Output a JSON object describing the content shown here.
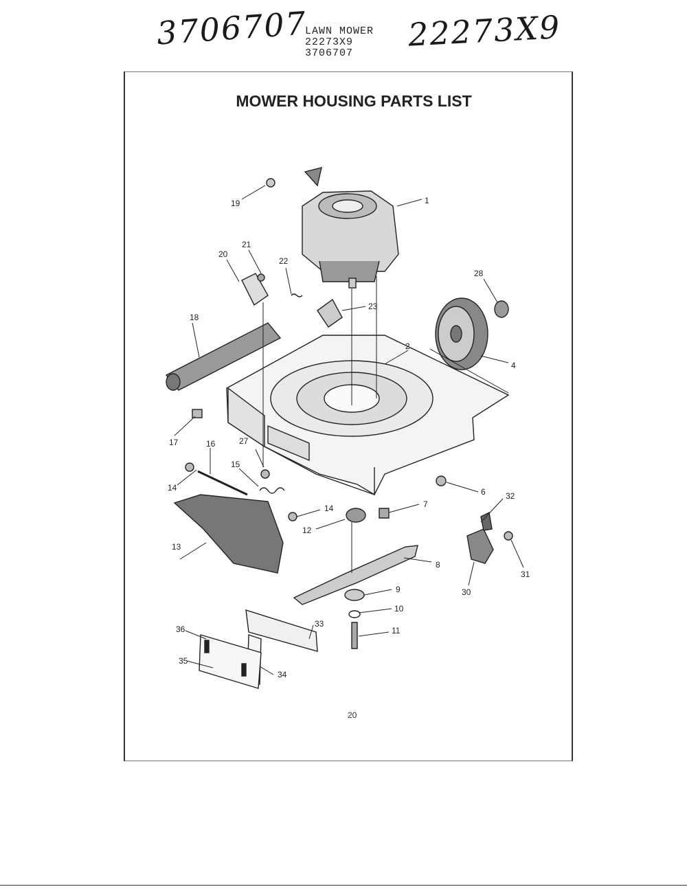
{
  "handwritten": {
    "left_number": "3706707",
    "right_number": "22273X9"
  },
  "typed_header": {
    "line1": "LAWN MOWER",
    "line2": "22273X9",
    "line3": "3706707"
  },
  "title": "MOWER HOUSING PARTS LIST",
  "page_number": "20",
  "part_labels": {
    "p1": "1",
    "p2": "2",
    "p4": "4",
    "p6": "6",
    "p7": "7",
    "p8": "8",
    "p9": "9",
    "p10": "10",
    "p11": "11",
    "p12": "12",
    "p13": "13",
    "p14a": "14",
    "p14b": "14",
    "p15": "15",
    "p16": "16",
    "p17": "17",
    "p18": "18",
    "p19": "19",
    "p20": "20",
    "p21": "21",
    "p22": "22",
    "p23": "23",
    "p27": "27",
    "p28": "28",
    "p30": "30",
    "p31": "31",
    "p32": "32",
    "p33": "33",
    "p34": "34",
    "p35": "35",
    "p36": "36"
  }
}
